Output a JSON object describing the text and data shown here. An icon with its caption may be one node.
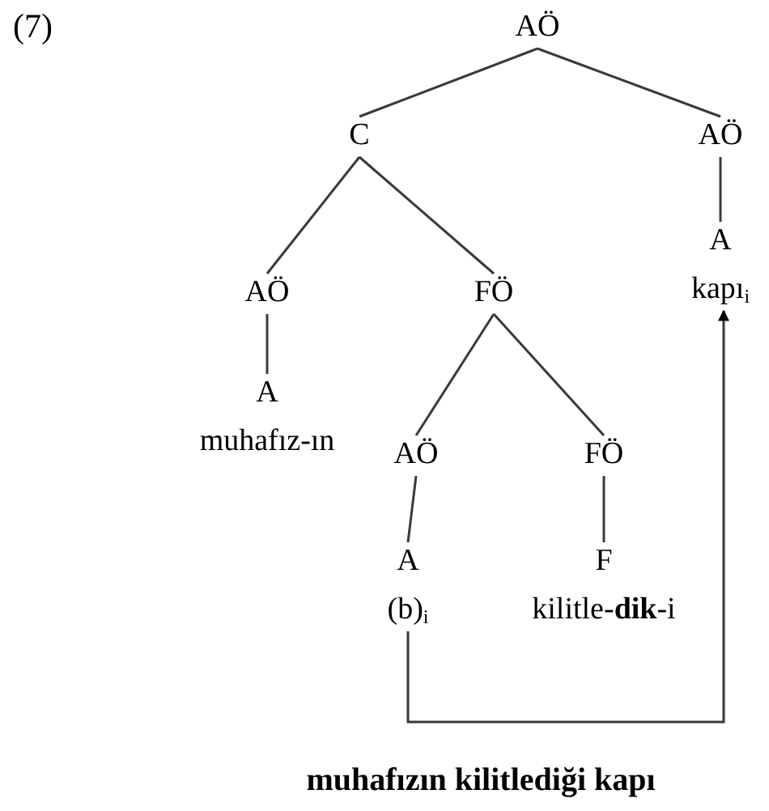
{
  "diagram": {
    "caption": "muhafızın kilitlediği kapı",
    "nodes": [
      {
        "text": [
          "AÖ"
        ]
      },
      {
        "text": [
          "C"
        ]
      },
      {
        "text": [
          "AÖ"
        ]
      },
      {
        "text": [
          "A",
          "kapı$_{i}$"
        ]
      },
      {
        "text": [
          "AÖ"
        ]
      },
      {
        "text": [
          "FÖ"
        ]
      },
      {
        "text": [
          "A",
          "muhafız-ın"
        ]
      },
      {
        "text": [
          "AÖ"
        ]
      },
      {
        "text": [
          "FÖ"
        ]
      },
      {
        "text": [
          "A",
          "(b)$_{i}$"
        ]
      },
      {
        "text": [
          "F",
          "kilitle-**dik**-i"
        ]
      }
    ],
    "edges": [
      {
        "from": 0,
        "to": 1,
        "arrow": "none"
      },
      {
        "from": 0,
        "to": 2,
        "arrow": "none"
      },
      {
        "from": 2,
        "to": 3,
        "arrow": "none"
      },
      {
        "from": 1,
        "to": 4,
        "arrow": "none"
      },
      {
        "from": 1,
        "to": 5,
        "arrow": "none"
      },
      {
        "from": 4,
        "to": 6,
        "arrow": "none"
      },
      {
        "from": 5,
        "to": 7,
        "arrow": "none"
      },
      {
        "from": 5,
        "to": 8,
        "arrow": "none"
      },
      {
        "from": 7,
        "to": 9,
        "arrow": "none"
      },
      {
        "from": 8,
        "to": 10,
        "arrow": "none"
      },
      {
        "from": 9,
        "to": 3,
        "arrow": "to"
      }
    ],
    "labels": [
      "(7)"
    ]
  }
}
